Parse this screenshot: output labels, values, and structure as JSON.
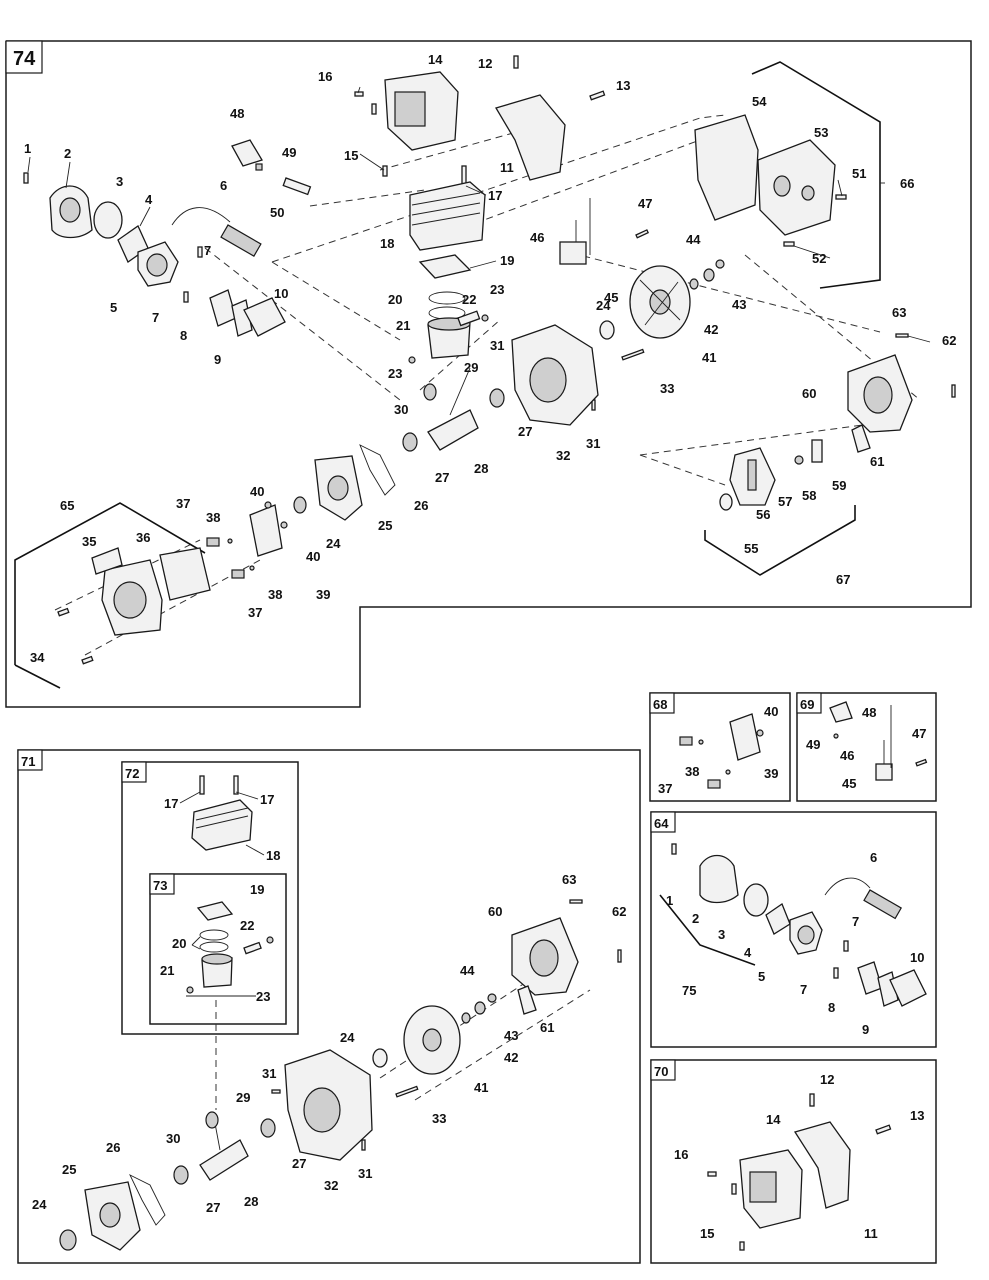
{
  "diagram": {
    "main_group": "74",
    "group_68": "68",
    "group_69": "69",
    "group_64": "64",
    "group_70": "70",
    "group_71": "71",
    "group_72": "72",
    "group_73": "73"
  },
  "callouts_74": [
    "1",
    "2",
    "3",
    "4",
    "5",
    "6",
    "7",
    "7",
    "8",
    "9",
    "10",
    "11",
    "12",
    "13",
    "14",
    "15",
    "16",
    "17",
    "18",
    "19",
    "20",
    "21",
    "22",
    "23",
    "23",
    "24",
    "24",
    "25",
    "26",
    "27",
    "27",
    "28",
    "29",
    "30",
    "31",
    "31",
    "32",
    "33",
    "34",
    "35",
    "36",
    "37",
    "37",
    "38",
    "38",
    "39",
    "40",
    "40",
    "41",
    "42",
    "43",
    "44",
    "45",
    "46",
    "47",
    "48",
    "49",
    "50",
    "51",
    "52",
    "53",
    "54",
    "55",
    "56",
    "57",
    "58",
    "59",
    "60",
    "61",
    "62",
    "63",
    "65",
    "66",
    "67"
  ],
  "callouts_68": [
    "40",
    "38",
    "39",
    "37"
  ],
  "callouts_69": [
    "48",
    "49",
    "46",
    "47",
    "45"
  ],
  "callouts_64": [
    "1",
    "2",
    "3",
    "4",
    "5",
    "6",
    "7",
    "7",
    "8",
    "9",
    "10",
    "75"
  ],
  "callouts_70": [
    "12",
    "13",
    "14",
    "16",
    "15",
    "11"
  ],
  "callouts_71": [
    "17",
    "17",
    "18",
    "19",
    "20",
    "21",
    "22",
    "23",
    "24",
    "25",
    "26",
    "27",
    "27",
    "28",
    "29",
    "30",
    "31",
    "31",
    "32",
    "33",
    "24",
    "41",
    "42",
    "43",
    "44",
    "60",
    "61",
    "62",
    "63"
  ]
}
